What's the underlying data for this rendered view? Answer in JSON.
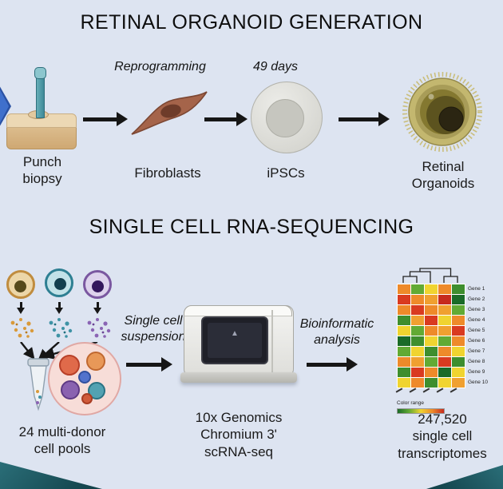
{
  "colors": {
    "background": "#dde4f1",
    "arrow": "#161616",
    "corner_teal": "#16525c",
    "edge_blue": "#3f70cc"
  },
  "organoid_section": {
    "title": "RETINAL ORGANOID GENERATION",
    "process_labels": {
      "reprogramming": "Reprogramming",
      "days": "49 days"
    },
    "steps": [
      {
        "icon": "punch-biopsy-icon",
        "label": "Punch\nbiopsy"
      },
      {
        "icon": "fibroblast-cell-icon",
        "label": "Fibroblasts"
      },
      {
        "icon": "ipsc-cell-icon",
        "label": "iPSCs"
      },
      {
        "icon": "retinal-organoid-icon",
        "label": "Retinal\nOrganoids"
      }
    ]
  },
  "scrnaseq_section": {
    "title": "SINGLE CELL RNA-SEQUENCING",
    "process_labels": {
      "suspension": "Single cell\nsuspension",
      "bioinformatic": "Bioinformatic\nanalysis"
    },
    "steps": [
      {
        "icon": "multi-donor-cell-pools-icon",
        "label": "24 multi-donor\ncell pools"
      },
      {
        "icon": "chromium-instrument-icon",
        "label": "10x Genomics\nChromium 3'\nscRNA-seq"
      },
      {
        "icon": "heatmap-icon",
        "label": "247,520\nsingle cell\ntranscriptomes"
      }
    ]
  },
  "heatmap": {
    "gene_labels": [
      "Gene 1",
      "Gene 2",
      "Gene 3",
      "Gene 4",
      "Gene 5",
      "Gene 6",
      "Gene 7",
      "Gene 8",
      "Gene 9",
      "Gene 10"
    ],
    "legend_label": "Color range",
    "legend_gradient": [
      "#1a6b28",
      "#62aa34",
      "#f0d430",
      "#ee8a2a",
      "#c62a1e"
    ],
    "cells": [
      [
        "#ee8a2a",
        "#62aa34",
        "#f0d430",
        "#ee8a2a",
        "#3e8e2e"
      ],
      [
        "#d93a20",
        "#ee8a2a",
        "#f0a030",
        "#c62a1e",
        "#1a6b28"
      ],
      [
        "#ee8a2a",
        "#d93a20",
        "#ee8a2a",
        "#f0a030",
        "#62aa34"
      ],
      [
        "#3e8e2e",
        "#f0a030",
        "#d93a20",
        "#f0d430",
        "#ee8a2a"
      ],
      [
        "#f0d430",
        "#62aa34",
        "#ee8a2a",
        "#f0a030",
        "#d93a20"
      ],
      [
        "#1a6b28",
        "#3e8e2e",
        "#f0d430",
        "#62aa34",
        "#ee8a2a"
      ],
      [
        "#62aa34",
        "#f0d430",
        "#3e8e2e",
        "#ee8a2a",
        "#f0d430"
      ],
      [
        "#ee8a2a",
        "#f0a030",
        "#62aa34",
        "#d93a20",
        "#3e8e2e"
      ],
      [
        "#3e8e2e",
        "#d93a20",
        "#ee8a2a",
        "#1a6b28",
        "#f0d430"
      ],
      [
        "#f0d430",
        "#ee8a2a",
        "#3e8e2e",
        "#f0d430",
        "#f0a030"
      ]
    ]
  }
}
